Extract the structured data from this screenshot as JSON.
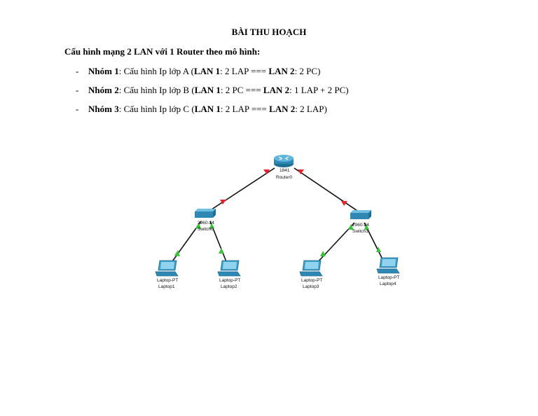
{
  "title": "BÀI THU HOẠCH",
  "subtitle": "Cấu hình mạng 2 LAN với 1 Router theo mô hình:",
  "groups": [
    {
      "dash": "-",
      "name": "Nhóm 1",
      "text1": ": Cấu hình Ip lớp A (",
      "lan1": "LAN 1",
      "text2": ": 2 LAP  === ",
      "lan2": "LAN 2",
      "text3": ": 2 PC)"
    },
    {
      "dash": "-",
      "name": "Nhóm 2",
      "text1": ": Cấu hình Ip lớp B (",
      "lan1": "LAN 1",
      "text2": ": 2 PC  === ",
      "lan2": "LAN 2",
      "text3": ": 1 LAP + 2 PC)"
    },
    {
      "dash": "-",
      "name": "Nhóm 3",
      "text1": ": Cấu hình Ip lớp C (",
      "lan1": "LAN 1",
      "text2": ": 2 LAP  === ",
      "lan2": "LAN 2",
      "text3": ": 2 LAP)"
    }
  ],
  "diagram": {
    "router": {
      "model": "1841",
      "name": "Router0"
    },
    "switches": [
      {
        "model": "2960-24",
        "name": "Switch0"
      },
      {
        "model": "2960-24",
        "name": "Switch1"
      }
    ],
    "laptops": [
      {
        "model": "Laptop-PT",
        "name": "Laptop1"
      },
      {
        "model": "Laptop-PT",
        "name": "Laptop2"
      },
      {
        "model": "Laptop-PT",
        "name": "Laptop3"
      },
      {
        "model": "Laptop-PT",
        "name": "Laptop4"
      }
    ],
    "colors": {
      "link": "#111111",
      "link_down": "#e8232a",
      "link_up": "#3cc23c",
      "device": "#3f9ec7",
      "device_dark": "#1d6f93"
    }
  }
}
